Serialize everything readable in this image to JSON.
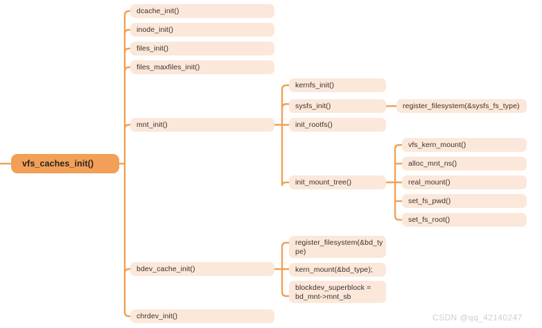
{
  "diagram": {
    "type": "mindmap-tree",
    "orientation": "left-to-right",
    "colors": {
      "root_fill": "#f2a057",
      "node_fill": "#fbe8da",
      "connector": "#f0a055",
      "text": "#3b2f28",
      "watermark": "#cfcfcf",
      "background": "#ffffff"
    },
    "root": {
      "label": "vfs_caches_init()"
    },
    "level1": [
      {
        "label": "dcache_init()"
      },
      {
        "label": "inode_init()"
      },
      {
        "label": "files_init()"
      },
      {
        "label": "files_maxfiles_init()"
      },
      {
        "label": "mnt_init()"
      },
      {
        "label": "bdev_cache_init()"
      },
      {
        "label": "chrdev_init()"
      }
    ],
    "mnt_init_children": [
      {
        "label": "kernfs_init()"
      },
      {
        "label": "sysfs_init()"
      },
      {
        "label": "init_rootfs()"
      },
      {
        "label": "init_mount_tree()"
      }
    ],
    "sysfs_init_children": [
      {
        "label": "register_filesystem(&sysfs_fs_type)"
      }
    ],
    "init_mount_tree_children": [
      {
        "label": "vfs_kern_mount()"
      },
      {
        "label": "alloc_mnt_ns()"
      },
      {
        "label": "real_mount()"
      },
      {
        "label": "set_fs_pwd()"
      },
      {
        "label": "set_fs_root()"
      }
    ],
    "bdev_cache_init_children": [
      {
        "label": "register_filesystem(&bd_ty\npe)"
      },
      {
        "label": "kern_mount(&bd_type);"
      },
      {
        "label": "blockdev_superblock =\nbd_mnt->mnt_sb"
      }
    ]
  },
  "watermark": {
    "text": "CSDN @qq_42140247"
  }
}
